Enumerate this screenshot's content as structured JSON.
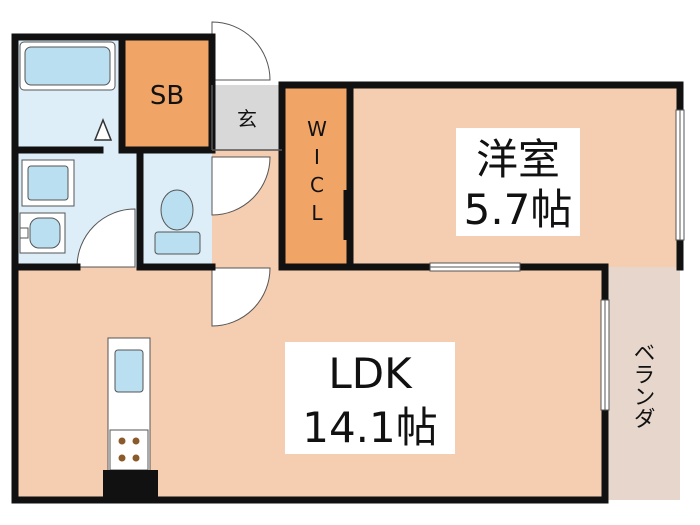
{
  "colors": {
    "wall": "#111111",
    "room_fill": "#f5cdb0",
    "closet_fill": "#f0a465",
    "wet_fill": "#ddeef8",
    "fixture_fill": "#b9dff0",
    "entrance_fill": "#d8d8d8",
    "veranda_fill": "#e6d6cc",
    "background": "#ffffff"
  },
  "rooms": {
    "western_room": {
      "name": "洋室",
      "size": "5.7帖"
    },
    "ldk": {
      "name": "LDK",
      "size": "14.1帖"
    },
    "wic": {
      "chars": [
        "W",
        "I",
        "C",
        "L"
      ]
    },
    "storage": {
      "label": "SB"
    },
    "entrance": {
      "label": "玄"
    },
    "veranda": {
      "label": "ベランダ"
    }
  },
  "icons": [
    "bathtub-icon",
    "washbasin-icon",
    "washing-machine-icon",
    "toilet-icon",
    "kitchen-sink-icon",
    "stove-icon",
    "door-swing-icon",
    "window-icon"
  ]
}
